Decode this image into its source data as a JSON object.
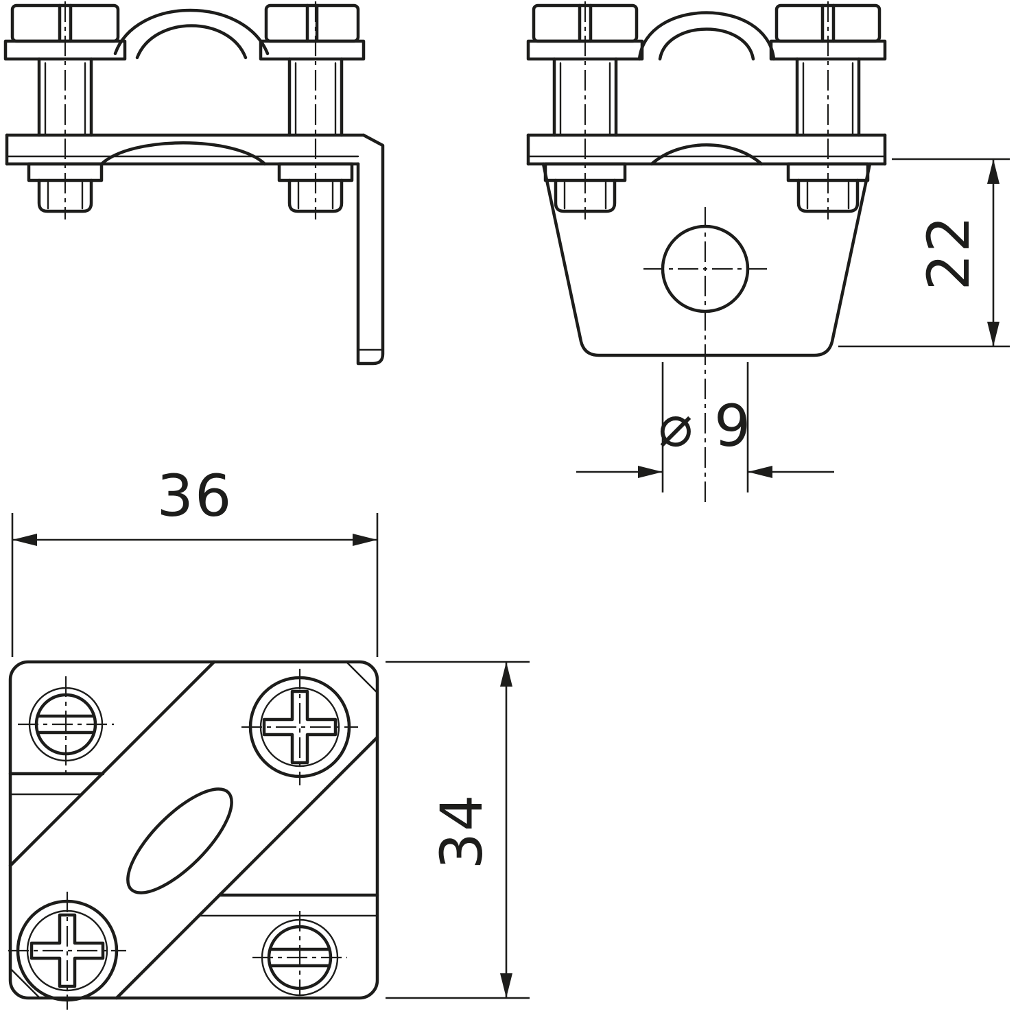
{
  "canvas": {
    "background": "#ffffff",
    "line_color": "#1d1d1b"
  },
  "dimensions": {
    "front_height": "22",
    "hole_diameter": "⌀ 9",
    "plate_width": "36",
    "plate_depth": "34"
  }
}
